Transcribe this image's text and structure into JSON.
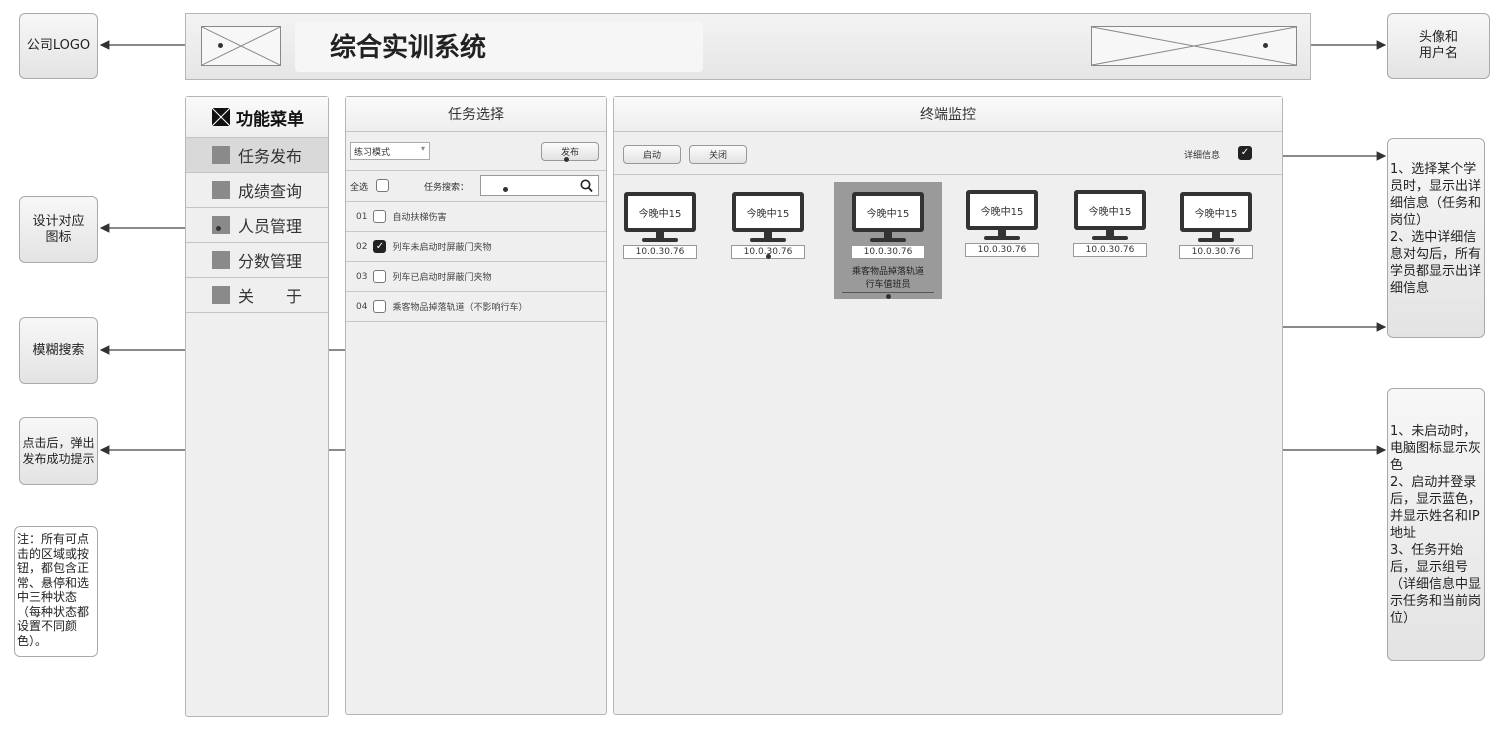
{
  "header": {
    "title": "综合实训系统"
  },
  "notes": {
    "logo": "公司LOGO",
    "avatar": "头像和用户名",
    "icon": "设计对应图标",
    "search": "模糊搜索",
    "publish": "点击后，弹出发布成功提示",
    "states": "注：所有可点击的区域或按钮，都包含正常、悬停和选中三种状态（每种状态都设置不同颜色）。",
    "detail": "1、选择某个学员时，显示出详细信息（任务和岗位）\n2、选中详细信息对勾后，所有学员都显示出详细信息",
    "status": "1、未启动时，电脑图标显示灰色\n2、启动并登录后，显示蓝色，并显示姓名和IP地址\n3、任务开始后，显示组号（详细信息中显示任务和当前岗位）"
  },
  "menu": {
    "title": "功能菜单",
    "items": [
      {
        "label": "任务发布"
      },
      {
        "label": "成绩查询"
      },
      {
        "label": "人员管理"
      },
      {
        "label": "分数管理"
      },
      {
        "label": "关　　于"
      }
    ]
  },
  "tasks": {
    "title": "任务选择",
    "mode": "练习模式",
    "publish_label": "发布",
    "select_all": "全选",
    "search_label": "任务搜索：",
    "search_placeholder": "",
    "rows": [
      {
        "num": "01",
        "label": "自动扶梯伤害",
        "checked": false
      },
      {
        "num": "02",
        "label": "列车未启动时屏蔽门夹物",
        "checked": true
      },
      {
        "num": "03",
        "label": "列车已启动时屏蔽门夹物",
        "checked": false
      },
      {
        "num": "04",
        "label": "乘客物品掉落轨道（不影响行车）",
        "checked": false
      }
    ]
  },
  "monitor": {
    "title": "终端监控",
    "start_label": "启动",
    "stop_label": "关闭",
    "detail_label": "详细信息",
    "terminals": [
      {
        "name": "今晚中15",
        "ip": "10.0.30.76"
      },
      {
        "name": "今晚中15",
        "ip": "10.0.30.76"
      },
      {
        "name": "今晚中15",
        "ip": "10.0.30.76",
        "task": "乘客物品掉落轨道",
        "role": "行车值班员"
      },
      {
        "name": "今晚中15",
        "ip": "10.0.30.76"
      },
      {
        "name": "今晚中15",
        "ip": "10.0.30.76"
      },
      {
        "name": "今晚中15",
        "ip": "10.0.30.76"
      }
    ]
  },
  "colors": {
    "selected_terminal_bg": "#9a9a9a",
    "panel_bg": "#efefef"
  }
}
